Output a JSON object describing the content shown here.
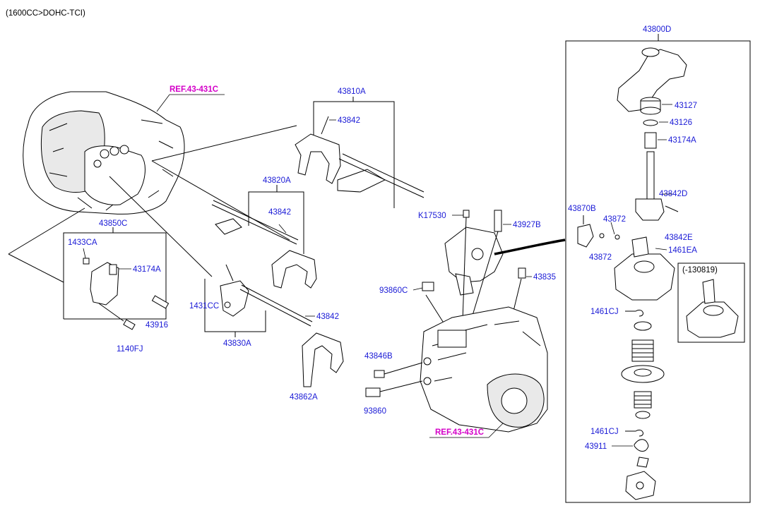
{
  "header": {
    "title": "(1600CC>DOHC-TCI)"
  },
  "refs": {
    "top_left": "REF.43-431C",
    "bottom_center": "REF.43-431C"
  },
  "labels": {
    "l43810A": "43810A",
    "l43842_a": "43842",
    "l43820A": "43820A",
    "l43842_b": "43842",
    "l43850C": "43850C",
    "l1433CA": "1433CA",
    "l43174A_left": "43174A",
    "l43916": "43916",
    "l1140FJ": "1140FJ",
    "l1431CC": "1431CC",
    "l43842_c": "43842",
    "l43830A": "43830A",
    "l43862A": "43862A",
    "lK17530": "K17530",
    "l43927B": "43927B",
    "l43835": "43835",
    "l93860C": "93860C",
    "l43846B": "43846B",
    "l93860": "93860",
    "l43800D": "43800D",
    "l43127": "43127",
    "l43126": "43126",
    "l43174A_right": "43174A",
    "l43842D": "43842D",
    "l43870B": "43870B",
    "l43872_a": "43872",
    "l43842E": "43842E",
    "l1461EA": "1461EA",
    "l43872_b": "43872",
    "l1461CJ_a": "1461CJ",
    "l1461CJ_b": "1461CJ",
    "l43911": "43911",
    "l130819": "(-130819)"
  },
  "colors": {
    "label": "#1a1ad6",
    "ref": "#d400c8",
    "line": "#000000"
  }
}
